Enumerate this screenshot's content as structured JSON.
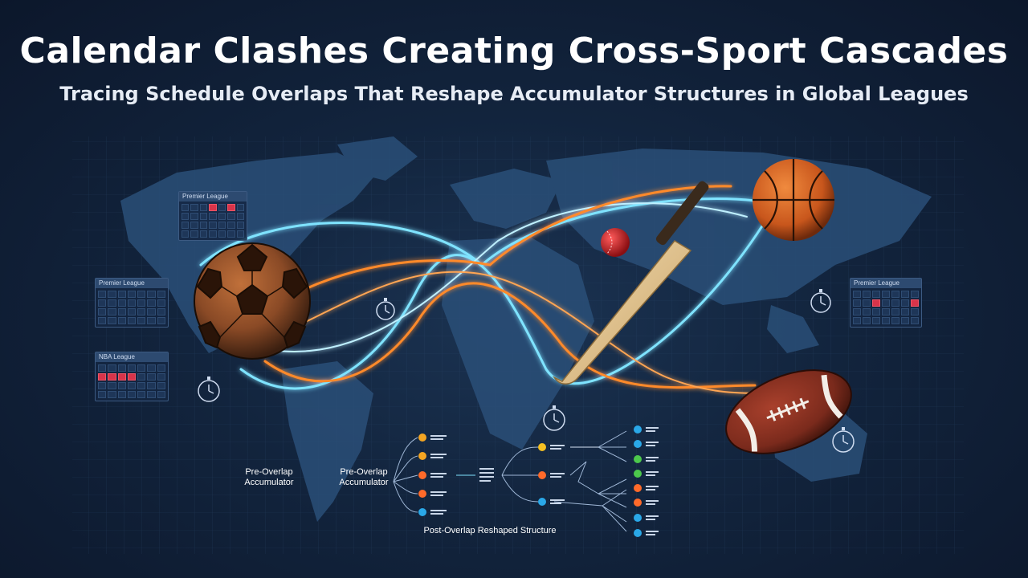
{
  "header": {
    "title": "Calendar Clashes Creating Cross-Sport Cascades",
    "subtitle": "Tracing Schedule Overlaps That Reshape Accumulator Structures in Global Leagues"
  },
  "calendars": [
    {
      "label": "Premier League",
      "red_cells": [
        3,
        5
      ]
    },
    {
      "label": "Premier League",
      "red_cells": []
    },
    {
      "label": "NBA League",
      "red_cells": [
        7,
        8,
        9,
        10
      ]
    },
    {
      "label": "Premier League",
      "red_cells": [
        9,
        13
      ]
    }
  ],
  "flow": {
    "left_label": "Pre-Overlap Accumulator",
    "center_label": "Pre-Overlap Accumulator",
    "bottom_label": "Post-Overlap Reshaped Structure"
  },
  "colors": {
    "background": "#0d1a30",
    "orange_line": "#ff8a2a",
    "cyan_line": "#7fe3ff",
    "clash_red": "#d8344a"
  },
  "icons": [
    "stopwatch-icon",
    "soccer-ball-icon",
    "basketball-icon",
    "cricket-bat-icon",
    "cricket-ball-icon",
    "american-football-icon"
  ]
}
